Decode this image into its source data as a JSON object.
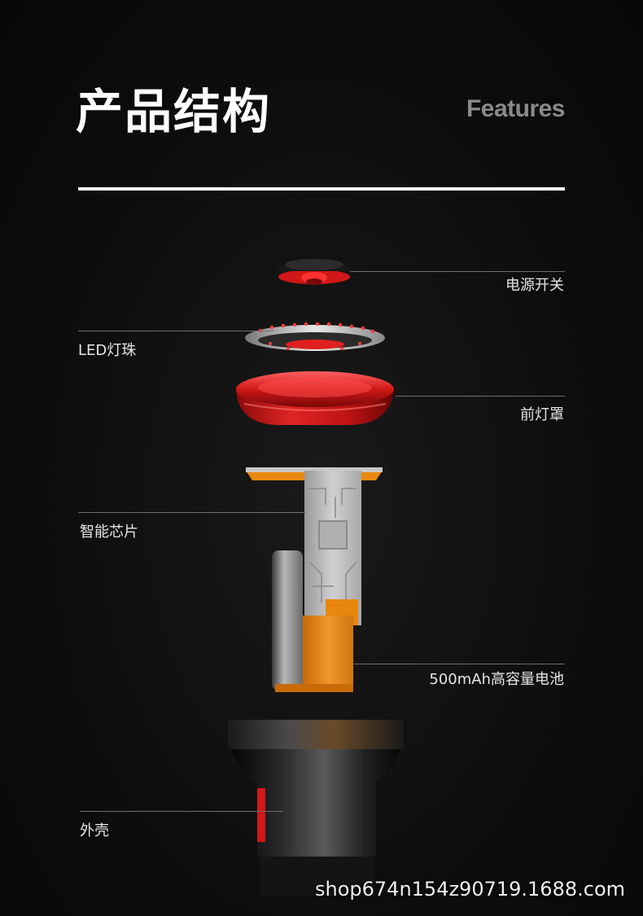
{
  "header": {
    "title": "产品结构",
    "subtitle": "Features"
  },
  "components": [
    {
      "label": "电源开关"
    },
    {
      "label": "LED灯珠"
    },
    {
      "label": "前灯罩"
    },
    {
      "label": "智能芯片"
    },
    {
      "label": "500mAh高容量电池"
    },
    {
      "label": "外壳"
    }
  ],
  "watermark": "shop674n154z90719.1688.com",
  "colors": {
    "background": "#0e0e0e",
    "accent_red": "#d01818",
    "battery_orange": "#e8870f",
    "pcb_gray": "#b8b8b8",
    "label_text": "#e6e6e6",
    "subtitle_gray": "#8a8a8a"
  }
}
